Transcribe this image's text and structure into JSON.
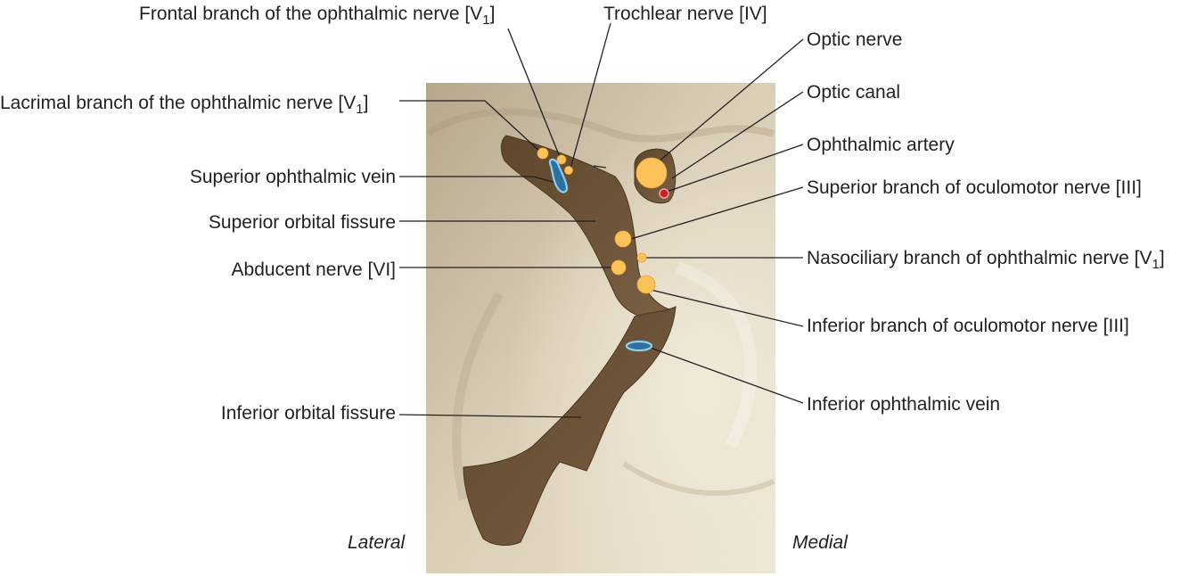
{
  "labels": {
    "frontal_branch": "Frontal branch of the ophthalmic nerve [V",
    "trochlear": "Trochlear nerve [IV]",
    "lacrimal_branch": "Lacrimal branch of the ophthalmic nerve [V",
    "superior_ophthalmic_vein": "Superior ophthalmic vein",
    "superior_orbital_fissure": "Superior orbital fissure",
    "abducent": "Abducent nerve [VI]",
    "inferior_orbital_fissure": "Inferior orbital fissure",
    "optic_nerve": "Optic nerve",
    "optic_canal": "Optic canal",
    "ophthalmic_artery": "Ophthalmic artery",
    "superior_branch_oculomotor": "Superior branch of oculomotor nerve [III]",
    "nasociliary_branch": "Nasociliary branch of ophthalmic nerve [V",
    "inferior_branch_oculomotor": "Inferior branch of oculomotor nerve [III]",
    "inferior_ophthalmic_vein": "Inferior ophthalmic vein",
    "subscript": "1",
    "close_bracket": "]"
  },
  "orientation": {
    "lateral": "Lateral",
    "medial": "Medial"
  },
  "colors": {
    "nerve": "#fdc35a",
    "vein": "#2e6f9e",
    "artery": "#c8202a",
    "fissure": "#6b5234",
    "bone_background": "#cfc3aa"
  }
}
